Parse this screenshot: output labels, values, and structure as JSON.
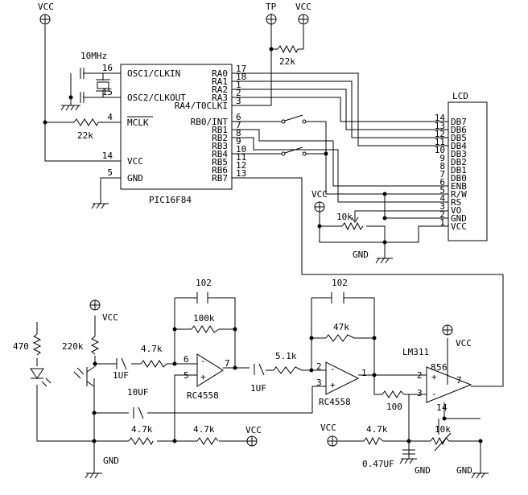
{
  "labels": {
    "vcc": "VCC",
    "gnd": "GND",
    "tp": "TP",
    "lcd": "LCD",
    "pic_name": "PIC16F84",
    "xtal": "10MHz",
    "r_tp": "22k",
    "r_mclr": "22k",
    "r_contrast": "10k",
    "c_102a": "102",
    "c_102b": "102",
    "r_100k": "100k",
    "r_47k": "47k",
    "r_470": "470",
    "r_220k": "220k",
    "r_47k_in": "4.7k",
    "r_51k": "5.1k",
    "c_1uf_a": "1UF",
    "c_1uf_b": "1UF",
    "c_10uf": "10UF",
    "r_47k_b1": "4.7k",
    "r_47k_b2": "4.7k",
    "r_47k_c": "4.7k",
    "r_100": "100",
    "r_10k_trim": "10k",
    "c_047": "0.47UF",
    "opamp1": "RC4558",
    "opamp2": "RC4558",
    "comparator": "LM311"
  },
  "pic": {
    "left_pins": [
      {
        "num": "16",
        "name": "OSC1/CLKIN"
      },
      {
        "num": "15",
        "name": "OSC2/CLKOUT"
      },
      {
        "num": "4",
        "name": "MCLK"
      },
      {
        "num": "14",
        "name": "VCC"
      },
      {
        "num": "5",
        "name": "GND"
      }
    ],
    "right_pins": [
      {
        "num": "17",
        "name": "RA0"
      },
      {
        "num": "18",
        "name": "RA1"
      },
      {
        "num": "1",
        "name": "RA2"
      },
      {
        "num": "2",
        "name": "RA3"
      },
      {
        "num": "3",
        "name": "RA4/T0CLKI"
      },
      {
        "num": "6",
        "name": "RB0/INT"
      },
      {
        "num": "7",
        "name": "RB1"
      },
      {
        "num": "8",
        "name": "RB2"
      },
      {
        "num": "9",
        "name": "RB3"
      },
      {
        "num": "10",
        "name": "RB4"
      },
      {
        "num": "11",
        "name": "RB5"
      },
      {
        "num": "12",
        "name": "RB6"
      },
      {
        "num": "13",
        "name": "RB7"
      }
    ]
  },
  "lcd": {
    "pins": [
      {
        "num": "14",
        "name": "DB7"
      },
      {
        "num": "13",
        "name": "DB6"
      },
      {
        "num": "12",
        "name": "DB5"
      },
      {
        "num": "11",
        "name": "DB4"
      },
      {
        "num": "10",
        "name": "DB3"
      },
      {
        "num": "9",
        "name": "DB2"
      },
      {
        "num": "8",
        "name": "DB1"
      },
      {
        "num": "7",
        "name": "DB0"
      },
      {
        "num": "6",
        "name": "ENB"
      },
      {
        "num": "5",
        "name": "R/W"
      },
      {
        "num": "4",
        "name": "RS"
      },
      {
        "num": "3",
        "name": "VO"
      },
      {
        "num": "2",
        "name": "GND"
      },
      {
        "num": "1",
        "name": "VCC"
      }
    ]
  },
  "opamp_pins": {
    "u1_in_neg": "6",
    "u1_in_pos": "5",
    "u1_out": "7",
    "u2_in_neg": "2",
    "u2_in_pos": "3",
    "u2_out": "1",
    "cmp_in_pos": "2",
    "cmp_in_neg": "3",
    "cmp_out": "7",
    "cmp_top": "8",
    "cmp_top2": "5",
    "cmp_top3": "6",
    "cmp_bot": "1",
    "cmp_bot2": "4"
  }
}
